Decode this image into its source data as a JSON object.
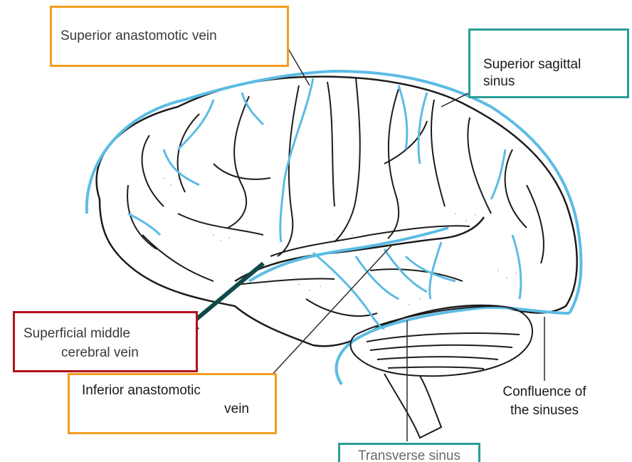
{
  "labels": {
    "superior_anastomotic_vein": "Superior anastomotic vein",
    "superior_sagittal_sinus_line1": "Superior sagittal",
    "superior_sagittal_sinus_line2": "sinus",
    "superficial_middle_cerebral_vein_line1": "Superficial middle",
    "superficial_middle_cerebral_vein_line2": "cerebral vein",
    "inferior_anastomotic_vein_line1": "Inferior anastomotic",
    "inferior_anastomotic_vein_line2": "vein",
    "confluence_line1": "Confluence of",
    "confluence_line2": "the sinuses",
    "transverse_sinus": "Transverse sinus"
  },
  "colors": {
    "orange_box": "#f39c1f",
    "teal_box": "#2a9d96",
    "red_box": "#b0121b",
    "vein_blue": "#5bbce4",
    "outline": "#1c1c1c",
    "arrow": "#0f4a48"
  }
}
